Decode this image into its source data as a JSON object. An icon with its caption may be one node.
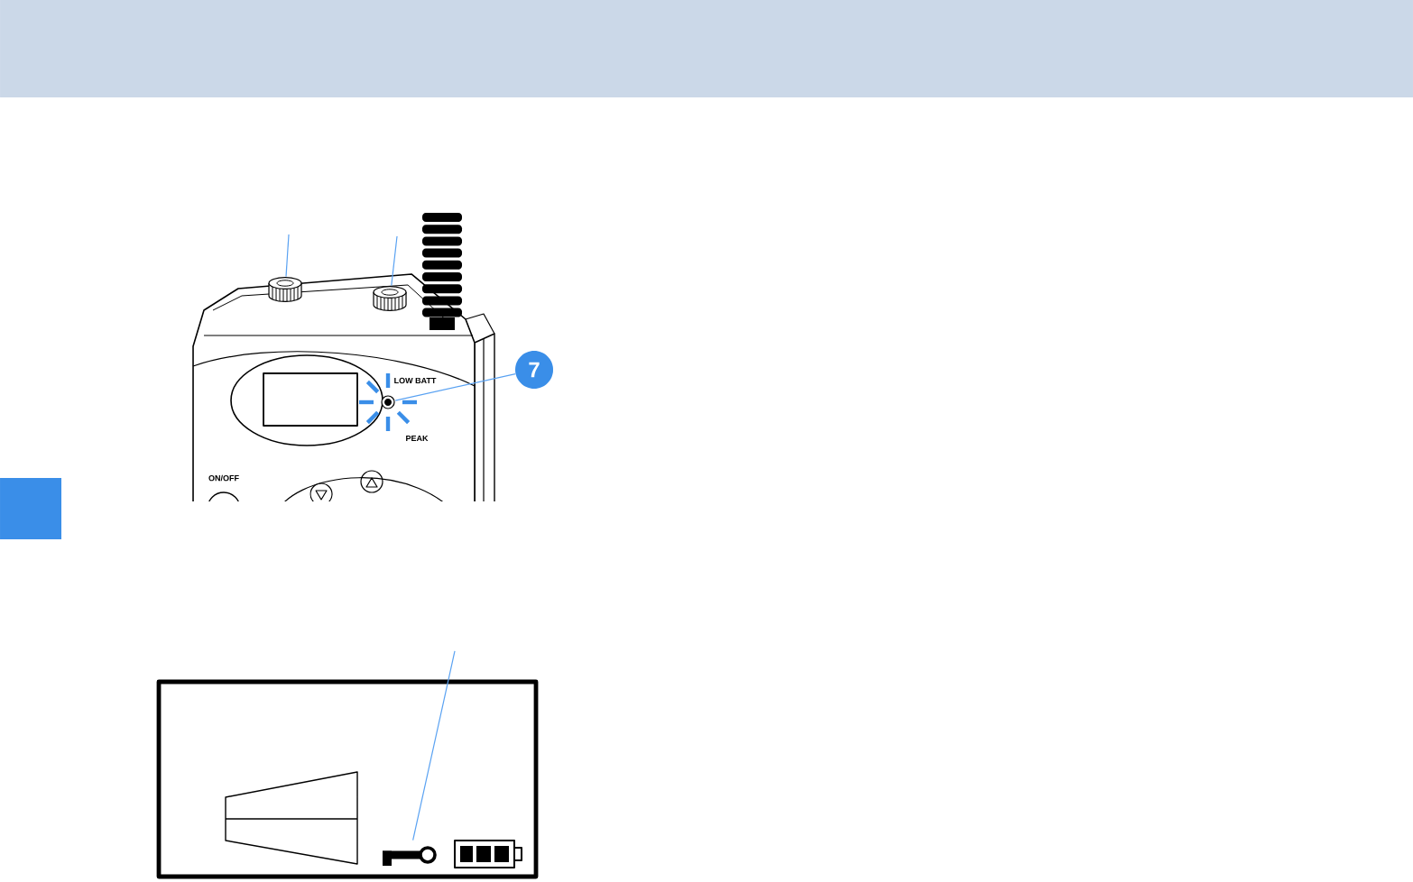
{
  "diagram": {
    "nodes": [
      {
        "text": [],
        "shape": "picture"
      },
      {
        "text": [],
        "shape": "picture"
      },
      {
        "text": [
          "7"
        ]
      },
      {
        "text": [],
        "shape": "picture"
      },
      {
        "text": [],
        "shape": "picture"
      }
    ],
    "edges": [
      {
        "from": null,
        "to": 0,
        "arrow": "none"
      },
      {
        "from": null,
        "to": 1,
        "arrow": "none"
      },
      {
        "from": 2,
        "to": 3,
        "arrow": "none"
      },
      {
        "from": null,
        "to": 4,
        "arrow": "none"
      }
    ],
    "labels": [
      "LOW BATT",
      "PEAK",
      "ON/OFF"
    ]
  }
}
